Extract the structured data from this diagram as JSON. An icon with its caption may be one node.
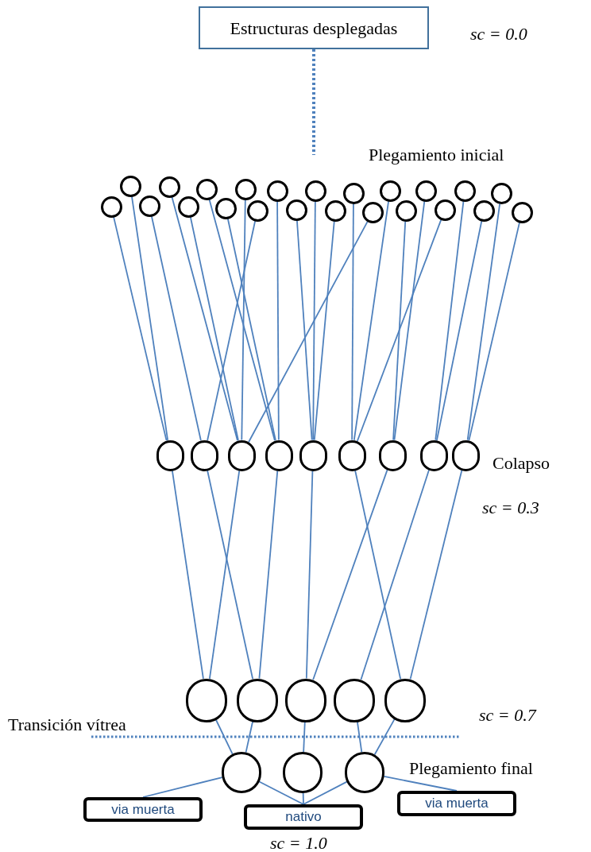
{
  "diagram": {
    "nodes": [
      {
        "text": [
          "Estructuras desplegadas"
        ]
      },
      {
        "text": [],
        "shape": "circle"
      },
      {
        "text": [],
        "shape": "circle"
      },
      {
        "text": [],
        "shape": "circle"
      },
      {
        "text": [],
        "shape": "circle"
      },
      {
        "text": [],
        "shape": "circle"
      },
      {
        "text": [],
        "shape": "circle"
      },
      {
        "text": [],
        "shape": "circle"
      },
      {
        "text": [],
        "shape": "circle"
      },
      {
        "text": [],
        "shape": "circle"
      },
      {
        "text": [],
        "shape": "circle"
      },
      {
        "text": [],
        "shape": "circle"
      },
      {
        "text": [],
        "shape": "circle"
      },
      {
        "text": [],
        "shape": "circle"
      },
      {
        "text": [],
        "shape": "circle"
      },
      {
        "text": [],
        "shape": "circle"
      },
      {
        "text": [],
        "shape": "circle"
      },
      {
        "text": [],
        "shape": "circle"
      },
      {
        "text": [],
        "shape": "circle"
      },
      {
        "text": [],
        "shape": "circle"
      },
      {
        "text": [],
        "shape": "circle"
      },
      {
        "text": [],
        "shape": "circle"
      },
      {
        "text": [],
        "shape": "circle"
      },
      {
        "text": [],
        "shape": "circle"
      },
      {
        "text": [],
        "shape": "circle"
      },
      {
        "text": [],
        "shape": "circle"
      },
      {
        "text": [],
        "shape": "circle"
      },
      {
        "text": [],
        "shape": "circle"
      },
      {
        "text": [],
        "shape": "circle"
      },
      {
        "text": [],
        "shape": "circle"
      },
      {
        "text": [],
        "shape": "circle"
      },
      {
        "text": [],
        "shape": "circle"
      },
      {
        "text": [],
        "shape": "circle"
      },
      {
        "text": [],
        "shape": "circle"
      },
      {
        "text": [],
        "shape": "circle"
      },
      {
        "text": [],
        "shape": "circle"
      },
      {
        "text": [],
        "shape": "circle"
      },
      {
        "text": [],
        "shape": "circle"
      },
      {
        "text": [],
        "shape": "circle"
      },
      {
        "text": [],
        "shape": "circle"
      },
      {
        "text": [],
        "shape": "circle"
      },
      {
        "text": [
          "via muerta"
        ]
      },
      {
        "text": [
          "nativo"
        ]
      },
      {
        "text": [
          "via muerta"
        ]
      }
    ],
    "edges": [
      {
        "from": 0,
        "to": null,
        "arrow": "none",
        "style": "dashed"
      },
      {
        "from": 1,
        "to": 24,
        "arrow": "none"
      },
      {
        "from": 2,
        "to": 24,
        "arrow": "none"
      },
      {
        "from": 3,
        "to": 25,
        "arrow": "none"
      },
      {
        "from": 4,
        "to": 26,
        "arrow": "none"
      },
      {
        "from": 5,
        "to": 26,
        "arrow": "none"
      },
      {
        "from": 6,
        "to": 27,
        "arrow": "none"
      },
      {
        "from": 7,
        "to": 27,
        "arrow": "none"
      },
      {
        "from": 8,
        "to": 26,
        "arrow": "none"
      },
      {
        "from": 9,
        "to": 25,
        "arrow": "none"
      },
      {
        "from": 10,
        "to": 27,
        "arrow": "none"
      },
      {
        "from": 11,
        "to": 28,
        "arrow": "none"
      },
      {
        "from": 12,
        "to": 28,
        "arrow": "none"
      },
      {
        "from": 13,
        "to": 28,
        "arrow": "none"
      },
      {
        "from": 14,
        "to": 29,
        "arrow": "none"
      },
      {
        "from": 15,
        "to": 26,
        "arrow": "none"
      },
      {
        "from": 16,
        "to": 29,
        "arrow": "none"
      },
      {
        "from": 17,
        "to": 30,
        "arrow": "none"
      },
      {
        "from": 18,
        "to": 30,
        "arrow": "none"
      },
      {
        "from": 19,
        "to": 29,
        "arrow": "none"
      },
      {
        "from": 20,
        "to": 31,
        "arrow": "none"
      },
      {
        "from": 21,
        "to": 31,
        "arrow": "none"
      },
      {
        "from": 22,
        "to": 32,
        "arrow": "none"
      },
      {
        "from": 23,
        "to": 32,
        "arrow": "none"
      },
      {
        "from": 24,
        "to": 33,
        "arrow": "none"
      },
      {
        "from": 25,
        "to": 34,
        "arrow": "none"
      },
      {
        "from": 26,
        "to": 33,
        "arrow": "none"
      },
      {
        "from": 27,
        "to": 34,
        "arrow": "none"
      },
      {
        "from": 28,
        "to": 35,
        "arrow": "none"
      },
      {
        "from": 29,
        "to": 37,
        "arrow": "none"
      },
      {
        "from": 30,
        "to": 35,
        "arrow": "none"
      },
      {
        "from": 31,
        "to": 36,
        "arrow": "none"
      },
      {
        "from": 32,
        "to": 37,
        "arrow": "none"
      },
      {
        "from": 33,
        "to": 38,
        "arrow": "none"
      },
      {
        "from": 34,
        "to": 38,
        "arrow": "none"
      },
      {
        "from": 35,
        "to": 39,
        "arrow": "none"
      },
      {
        "from": 36,
        "to": 40,
        "arrow": "none"
      },
      {
        "from": 37,
        "to": 40,
        "arrow": "none"
      },
      {
        "from": 38,
        "to": 41,
        "arrow": "none"
      },
      {
        "from": 38,
        "to": 42,
        "arrow": "none"
      },
      {
        "from": 39,
        "to": 42,
        "arrow": "none"
      },
      {
        "from": 40,
        "to": 42,
        "arrow": "none"
      },
      {
        "from": 40,
        "to": 43,
        "arrow": "none"
      }
    ],
    "labels": [
      "sc = 0.0",
      "Plegamiento inicial",
      "Colapso",
      "sc = 0.3",
      "Transición vítrea",
      "sc = 0.7",
      "Plegamiento final",
      "sc = 1.0"
    ]
  }
}
